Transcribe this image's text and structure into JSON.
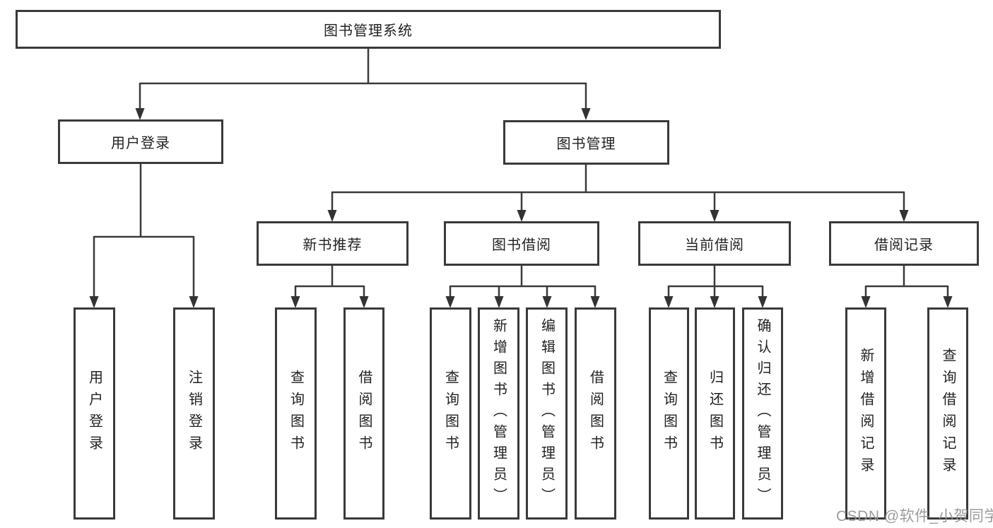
{
  "diagram": {
    "root": "图书管理系统",
    "level2": {
      "user_login": "用户登录",
      "book_mgmt": "图书管理"
    },
    "level3": {
      "new_books": "新书推荐",
      "book_borrow": "图书借阅",
      "current_borrow": "当前借阅",
      "borrow_records": "借阅记录"
    },
    "leaves": {
      "user_login": [
        "用户登录",
        "注销登录"
      ],
      "new_books": [
        "查询图书",
        "借阅图书"
      ],
      "book_borrow": [
        "查询图书",
        "新增图书（管理员）",
        "编辑图书（管理员）",
        "借阅图书"
      ],
      "current_borrow": [
        "查询图书",
        "归还图书",
        "确认归还（管理员）"
      ],
      "borrow_records": [
        "新增借阅记录",
        "查询借阅记录"
      ]
    }
  },
  "watermark": "CSDN @软件_小贺同学",
  "colors": {
    "line": "#3a3a3a",
    "text": "#222222",
    "background": "#ffffff",
    "watermark": "#949494"
  }
}
